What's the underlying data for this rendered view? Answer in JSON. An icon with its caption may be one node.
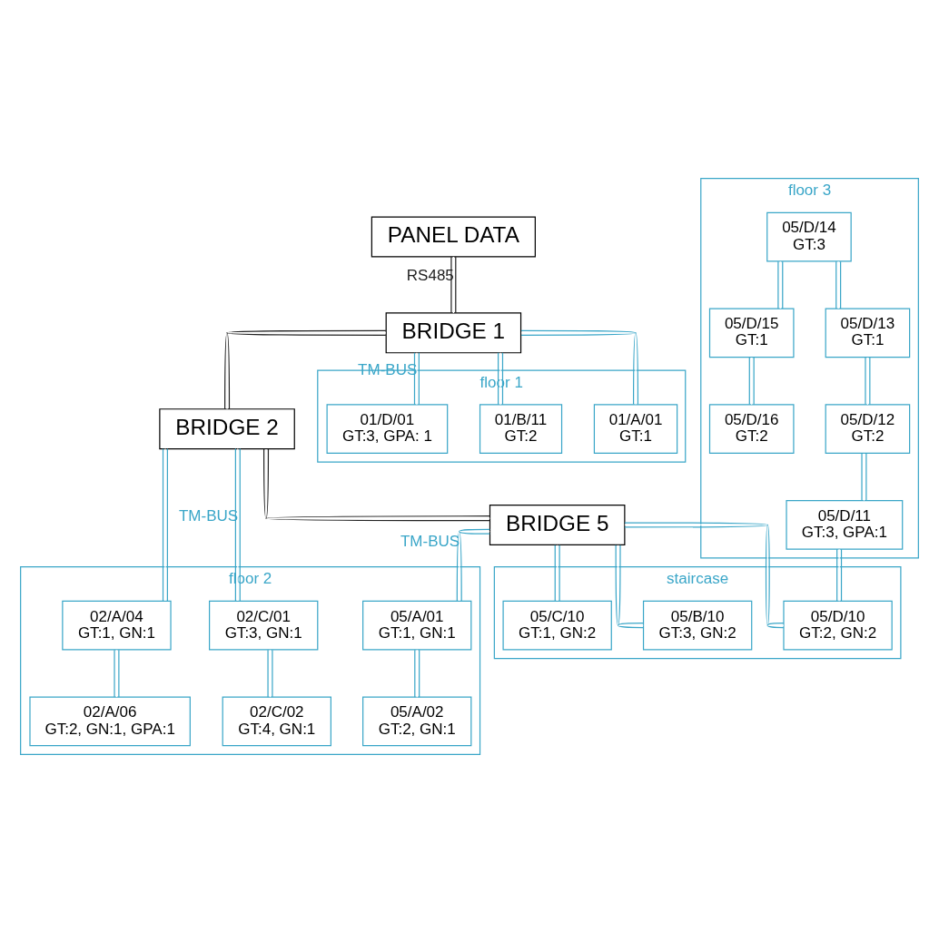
{
  "diagram": {
    "nodes": [
      {
        "text": [
          "PANEL DATA"
        ]
      },
      {
        "text": [
          "BRIDGE 1"
        ]
      },
      {
        "text": [
          "BRIDGE 2"
        ]
      },
      {
        "text": [
          "BRIDGE 5"
        ]
      },
      {
        "text": [
          "floor 1"
        ]
      },
      {
        "text": [
          "01/A/01",
          "GT:1"
        ],
        "in": 4
      },
      {
        "text": [
          "01/B/11",
          "GT:2"
        ],
        "in": 4
      },
      {
        "text": [
          "01/D/01",
          "GT:3, GPA: 1"
        ],
        "in": 4
      },
      {
        "text": [
          "floor 2"
        ]
      },
      {
        "text": [
          "02/A/04",
          "GT:1, GN:1"
        ],
        "in": 8
      },
      {
        "text": [
          "02/C/01",
          "GT:3, GN:1"
        ],
        "in": 8
      },
      {
        "text": [
          "05/A/01",
          "GT:1, GN:1"
        ],
        "in": 8
      },
      {
        "text": [
          "02/A/06",
          "GT:2, GN:1, GPA:1"
        ],
        "in": 8
      },
      {
        "text": [
          "02/C/02",
          "GT:4, GN:1"
        ],
        "in": 8
      },
      {
        "text": [
          "05/A/02",
          "GT:2, GN:1"
        ],
        "in": 8
      },
      {
        "text": [
          "staircase"
        ]
      },
      {
        "text": [
          "05/B/10",
          "GT:3, GN:2"
        ],
        "in": 15
      },
      {
        "text": [
          "05/C/10",
          "GT:1, GN:2"
        ],
        "in": 15
      },
      {
        "text": [
          "05/D/10",
          "GT:2, GN:2"
        ],
        "in": 15
      },
      {
        "text": [
          "floor 3"
        ]
      },
      {
        "text": [
          "05/D/14",
          "GT:3"
        ],
        "in": 19
      },
      {
        "text": [
          "05/D/15",
          "GT:1"
        ],
        "in": 19
      },
      {
        "text": [
          "05/D/16",
          "GT:2"
        ],
        "in": 19
      },
      {
        "text": [
          "05/D/13",
          "GT:1"
        ],
        "in": 19
      },
      {
        "text": [
          "05/D/12",
          "GT:2"
        ],
        "in": 19
      },
      {
        "text": [
          "05/D/11",
          "GT:3, GPA:1"
        ],
        "in": 19
      }
    ],
    "edges": [
      {
        "from": 0,
        "to": 1,
        "arrow": "none",
        "label": "RS485",
        "color": "#222222"
      },
      {
        "from": 1,
        "to": 2,
        "arrow": "none",
        "color": "#222222"
      },
      {
        "from": 2,
        "to": 3,
        "arrow": "none",
        "color": "#222222"
      },
      {
        "from": 1,
        "to": 5,
        "arrow": "none"
      },
      {
        "from": 1,
        "to": 6,
        "arrow": "none"
      },
      {
        "from": 1,
        "to": 7,
        "arrow": "none",
        "label": "TM-BUS"
      },
      {
        "from": 2,
        "to": 9,
        "arrow": "none"
      },
      {
        "from": 2,
        "to": 10,
        "arrow": "none",
        "label": "TM-BUS"
      },
      {
        "from": 3,
        "to": 11,
        "arrow": "none",
        "label": "TM-BUS"
      },
      {
        "from": 3,
        "to": 16,
        "arrow": "none"
      },
      {
        "from": 3,
        "to": 17,
        "arrow": "none"
      },
      {
        "from": 3,
        "to": 18,
        "arrow": "none"
      },
      {
        "from": 9,
        "to": 12,
        "arrow": "none"
      },
      {
        "from": 10,
        "to": 13,
        "arrow": "none"
      },
      {
        "from": 11,
        "to": 14,
        "arrow": "none"
      },
      {
        "from": 20,
        "to": 21,
        "arrow": "none"
      },
      {
        "from": 21,
        "to": 22,
        "arrow": "none"
      },
      {
        "from": 20,
        "to": 23,
        "arrow": "none"
      },
      {
        "from": 23,
        "to": 24,
        "arrow": "none"
      },
      {
        "from": 24,
        "to": 25,
        "arrow": "none"
      },
      {
        "from": 25,
        "to": 18,
        "arrow": "none"
      }
    ]
  }
}
